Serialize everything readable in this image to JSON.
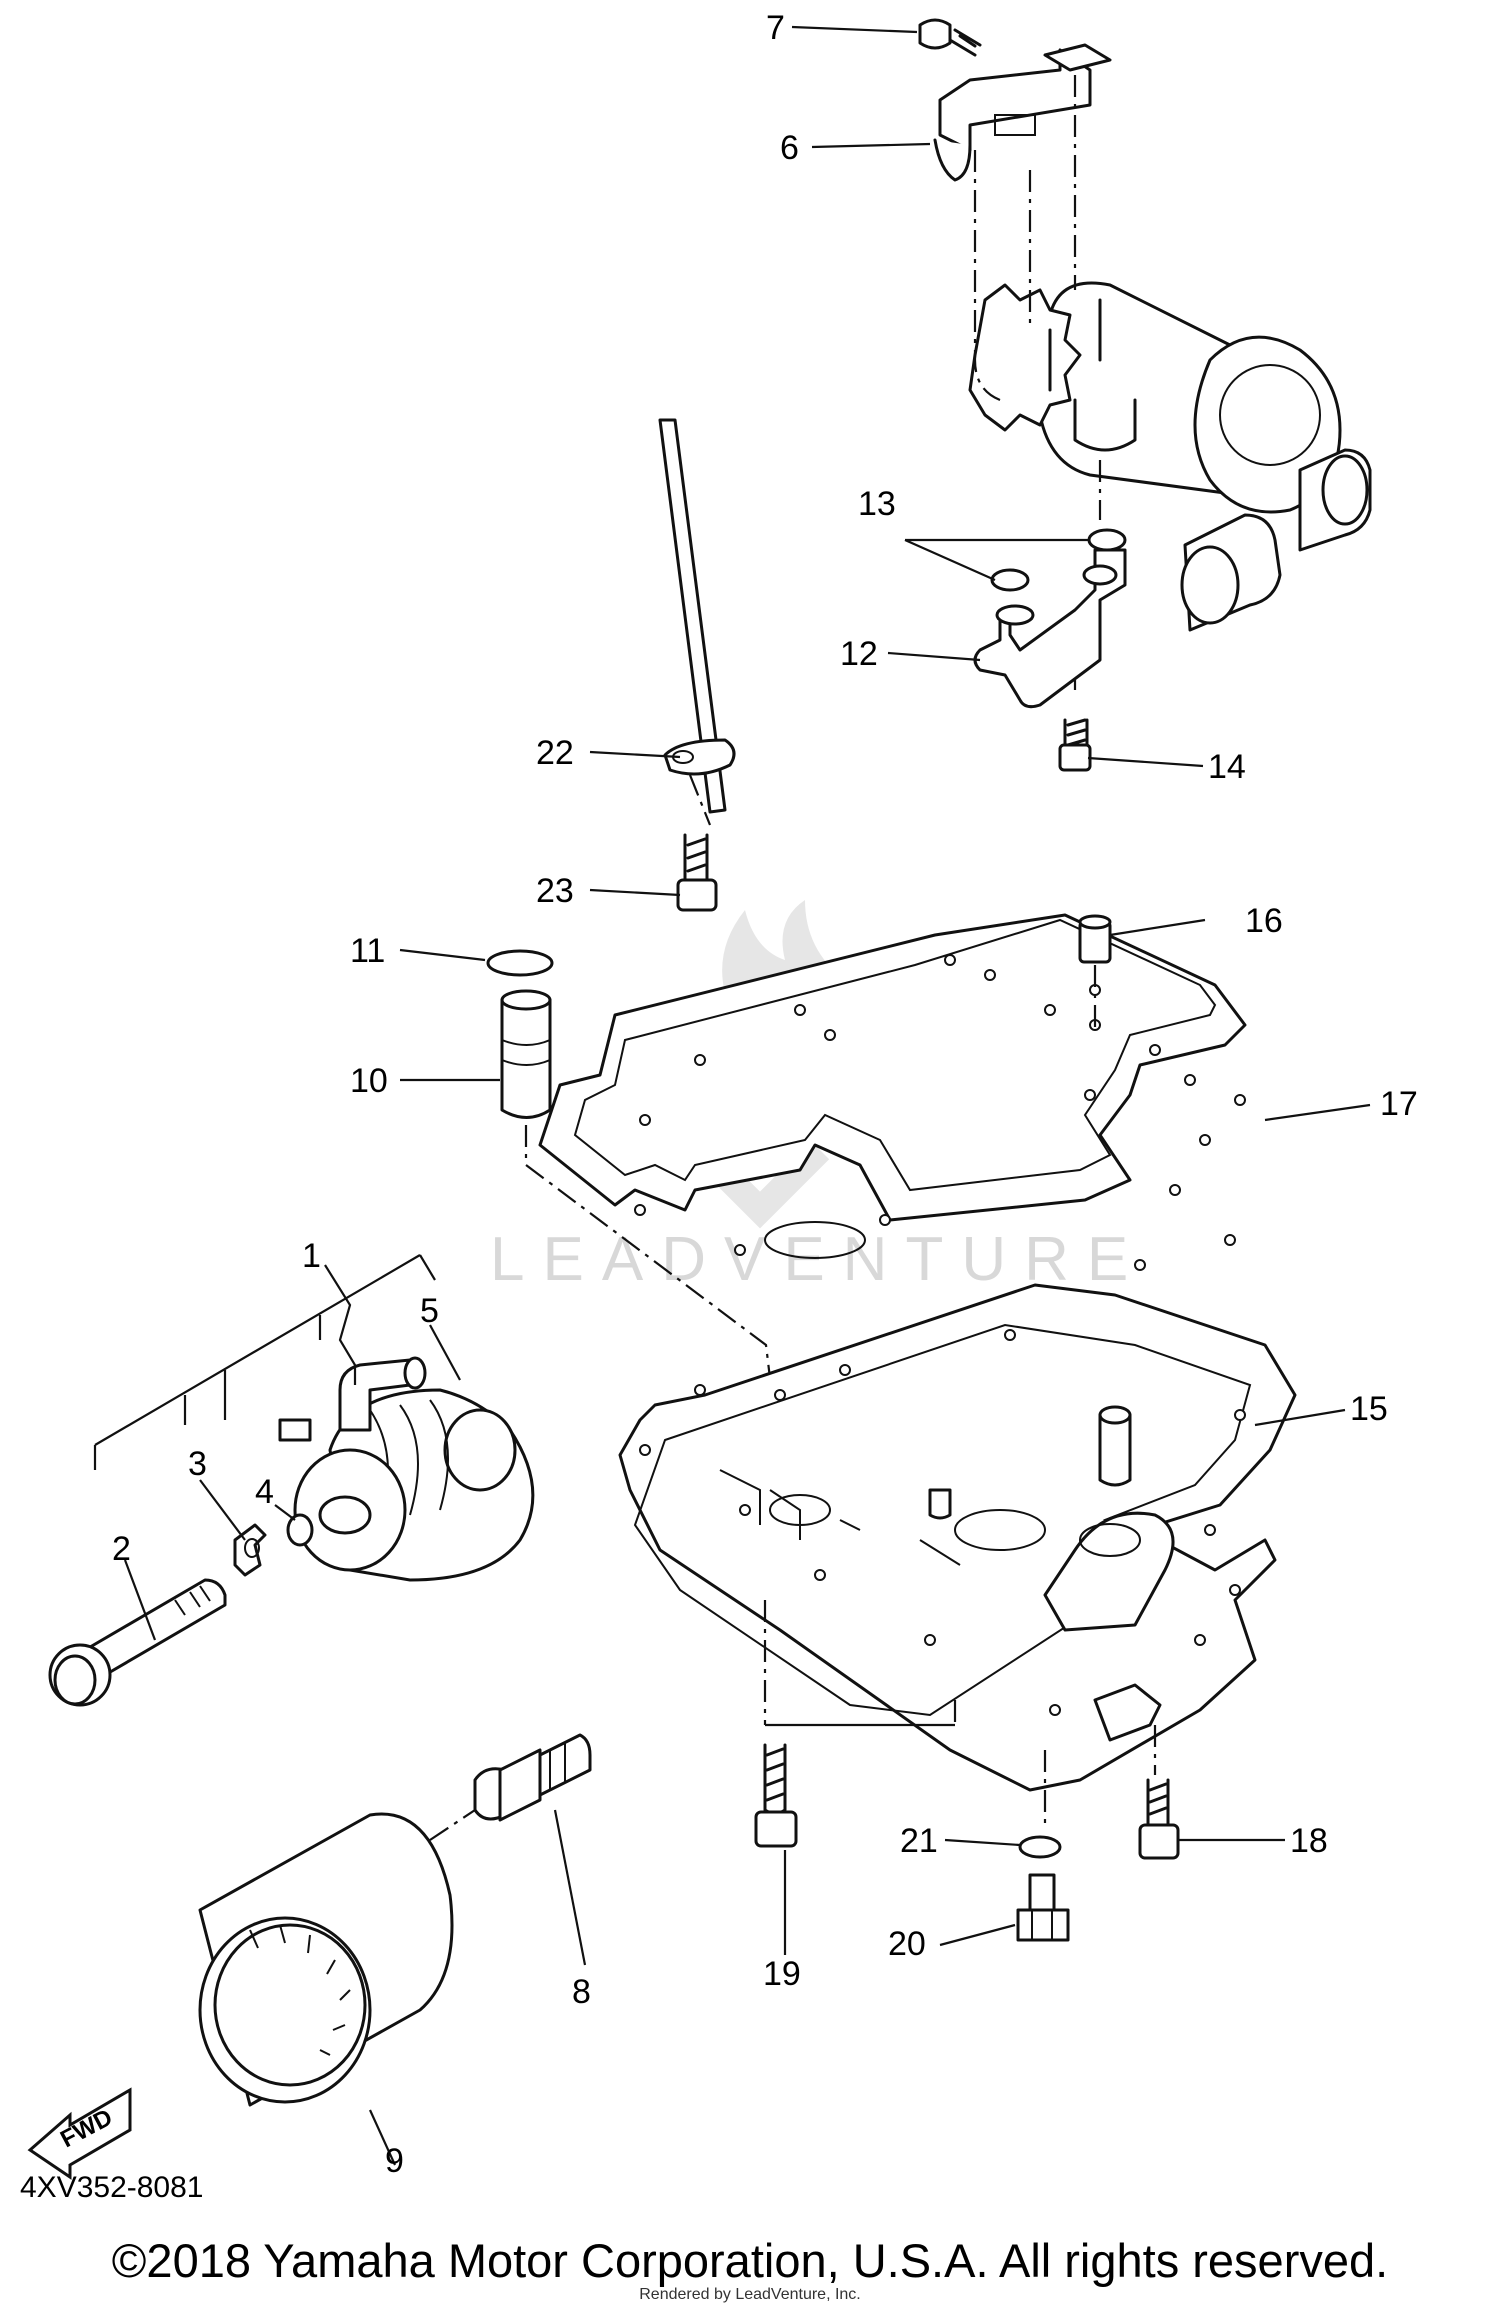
{
  "diagram": {
    "part_code": "4XV352-8081",
    "fwd_label": "FWD",
    "watermark": "LEADVENTURE",
    "callouts": [
      "1",
      "2",
      "3",
      "4",
      "5",
      "6",
      "7",
      "8",
      "9",
      "10",
      "11",
      "12",
      "13",
      "14",
      "15",
      "16",
      "17",
      "18",
      "19",
      "20",
      "21",
      "22",
      "23"
    ]
  },
  "footer": {
    "copyright": "©2018 Yamaha Motor Corporation, U.S.A. All rights reserved.",
    "rendered_by": "Rendered by LeadVenture, Inc."
  }
}
